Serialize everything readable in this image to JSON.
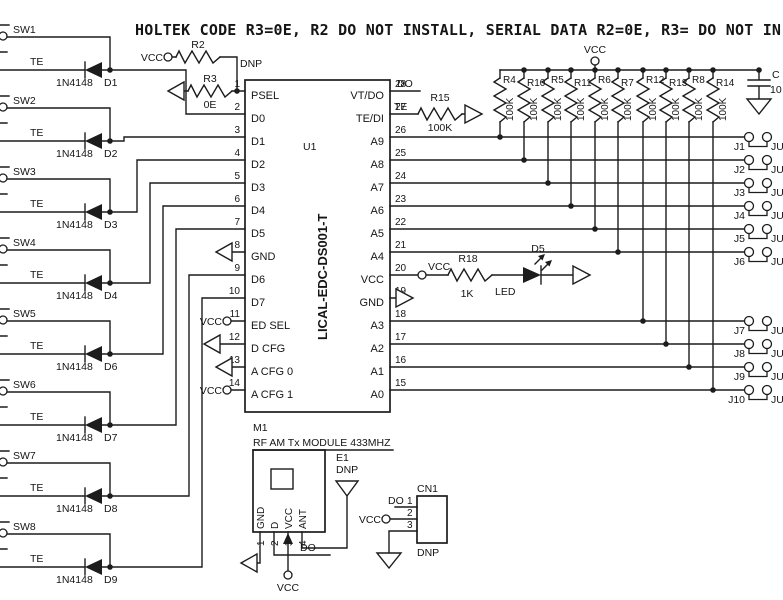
{
  "note": "HOLTEK CODE R3=0E, R2 DO NOT INSTALL, SERIAL DATA R2=0E, R3= DO NOT IN",
  "switch_units": [
    {
      "ref": "SW1",
      "te": "TE",
      "part": "1N4148",
      "diode": "D1"
    },
    {
      "ref": "SW2",
      "te": "TE",
      "part": "1N4148",
      "diode": "D2"
    },
    {
      "ref": "SW3",
      "te": "TE",
      "part": "1N4148",
      "diode": "D3"
    },
    {
      "ref": "SW4",
      "te": "TE",
      "part": "1N4148",
      "diode": "D4"
    },
    {
      "ref": "SW5",
      "te": "TE",
      "part": "1N4148",
      "diode": "D6"
    },
    {
      "ref": "SW6",
      "te": "TE",
      "part": "1N4148",
      "diode": "D7"
    },
    {
      "ref": "SW7",
      "te": "TE",
      "part": "1N4148",
      "diode": "D8"
    },
    {
      "ref": "SW8",
      "te": "TE",
      "part": "1N4148",
      "diode": "D9"
    }
  ],
  "psel": {
    "vcc": "VCC",
    "r2": "R2",
    "r2_note": "DNP",
    "r3": "R3",
    "r3_value": "0E"
  },
  "ic": {
    "ref": "U1",
    "part": "LICAL-EDC-DS001-T",
    "left_pins": [
      {
        "n": "1",
        "l": "PSEL"
      },
      {
        "n": "2",
        "l": "D0"
      },
      {
        "n": "3",
        "l": "D1"
      },
      {
        "n": "4",
        "l": "D2"
      },
      {
        "n": "5",
        "l": "D3"
      },
      {
        "n": "6",
        "l": "D4"
      },
      {
        "n": "7",
        "l": "D5"
      },
      {
        "n": "8",
        "l": "GND"
      },
      {
        "n": "9",
        "l": "D6"
      },
      {
        "n": "10",
        "l": "D7"
      },
      {
        "n": "11",
        "l": "ED SEL"
      },
      {
        "n": "12",
        "l": "D CFG"
      },
      {
        "n": "13",
        "l": "A CFG 0"
      },
      {
        "n": "14",
        "l": "A CFG 1"
      }
    ],
    "right_pins": [
      {
        "n": "28",
        "l": "VT/DO"
      },
      {
        "n": "27",
        "l": "TE/DI"
      },
      {
        "n": "26",
        "l": "A9"
      },
      {
        "n": "25",
        "l": "A8"
      },
      {
        "n": "24",
        "l": "A7"
      },
      {
        "n": "23",
        "l": "A6"
      },
      {
        "n": "22",
        "l": "A5"
      },
      {
        "n": "21",
        "l": "A4"
      },
      {
        "n": "20",
        "l": "VCC"
      },
      {
        "n": "19",
        "l": "GND"
      },
      {
        "n": "18",
        "l": "A3"
      },
      {
        "n": "17",
        "l": "A2"
      },
      {
        "n": "16",
        "l": "A1"
      },
      {
        "n": "15",
        "l": "A0"
      }
    ]
  },
  "do_net": "DO",
  "te_net": "TE",
  "r15": {
    "ref": "R15",
    "value": "100K"
  },
  "led_row": {
    "vcc": "VCC",
    "r18": "R18",
    "r18_value": "1K",
    "ref": "D5",
    "label": "LED"
  },
  "vcc_label": "VCC",
  "pullups": {
    "vcc": "VCC",
    "items": [
      {
        "ref": "R4",
        "value": "100K"
      },
      {
        "ref": "R10",
        "value": "100K"
      },
      {
        "ref": "R5",
        "value": "100K"
      },
      {
        "ref": "R11",
        "value": "100K"
      },
      {
        "ref": "R6",
        "value": "100K"
      },
      {
        "ref": "R7",
        "value": "100K"
      },
      {
        "ref": "R12",
        "value": "100K"
      },
      {
        "ref": "R13",
        "value": "100K"
      },
      {
        "ref": "R8",
        "value": "100K"
      },
      {
        "ref": "R14",
        "value": "100K"
      }
    ]
  },
  "cap": {
    "ref": "C",
    "value": "10"
  },
  "jumpers": [
    {
      "ref": "J1",
      "label": "JU"
    },
    {
      "ref": "J2",
      "label": "JU"
    },
    {
      "ref": "J3",
      "label": "JU"
    },
    {
      "ref": "J4",
      "label": "JU"
    },
    {
      "ref": "J5",
      "label": "JU"
    },
    {
      "ref": "J6",
      "label": "JU"
    },
    {
      "ref": "J7",
      "label": "JU"
    },
    {
      "ref": "J8",
      "label": "JU"
    },
    {
      "ref": "J9",
      "label": "JU"
    },
    {
      "ref": "J10",
      "label": "JU"
    }
  ],
  "module": {
    "ref": "M1",
    "title": "RF AM Tx MODULE 433MHZ",
    "pin_names": [
      "GND",
      "D",
      "VCC",
      "ANT"
    ],
    "pin_nums": [
      "1",
      "2",
      "3",
      "4"
    ],
    "do": "DO",
    "vcc": "VCC"
  },
  "antenna": {
    "ref": "E1",
    "note": "DNP"
  },
  "cn1": {
    "ref": "CN1",
    "note": "DNP",
    "p1_label": "DO",
    "p1_num": "1",
    "p2_label": "VCC",
    "p2_num": "2",
    "p3_num": "3"
  }
}
